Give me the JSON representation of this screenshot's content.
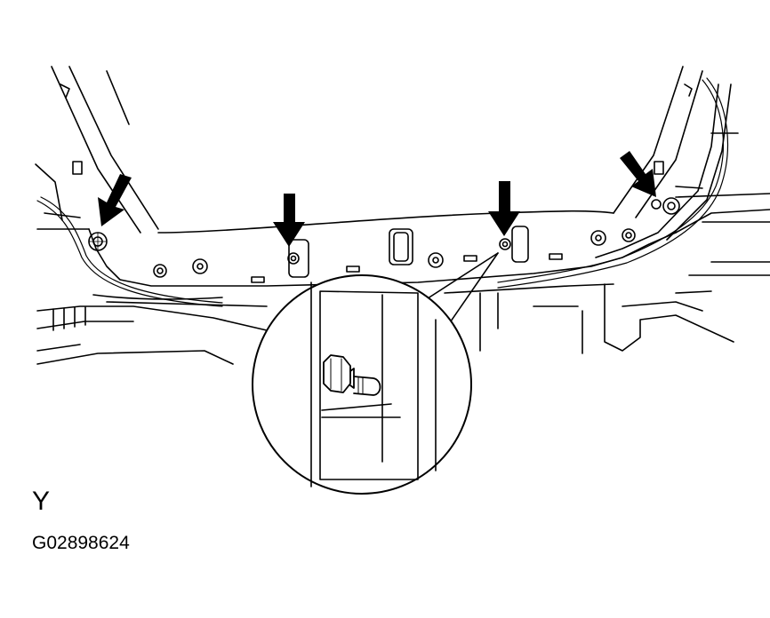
{
  "figure": {
    "view_label": "Y",
    "figure_id": "G02898624"
  },
  "colors": {
    "line": "#000000",
    "background": "#ffffff"
  },
  "callouts": {
    "arrow_count": 4,
    "detail_view": "magnified-stud-bolt"
  }
}
